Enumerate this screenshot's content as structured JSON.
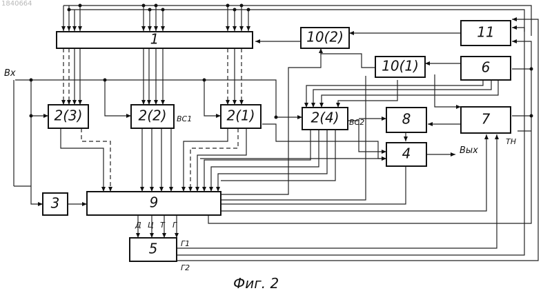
{
  "figure": {
    "stamp": "1840664",
    "caption": "Фиг. 2",
    "blocks": {
      "b1": "1",
      "b2_1": "2(1)",
      "b2_2": "2(2)",
      "b2_3": "2(3)",
      "b2_4": "2(4)",
      "b3": "3",
      "b4": "4",
      "b5": "5",
      "b6": "6",
      "b7": "7",
      "b8": "8",
      "b9": "9",
      "b10_1": "10(1)",
      "b10_2": "10(2)",
      "b11": "11"
    },
    "signals": {
      "input": "Вх",
      "output": "Вых",
      "sc1": "ВС1",
      "sc2": "ВС2",
      "tn": "ТН",
      "g1": "Г1",
      "g2": "Г2",
      "d": "Д",
      "ts": "Ц",
      "t": "Т",
      "g": "Г"
    }
  }
}
